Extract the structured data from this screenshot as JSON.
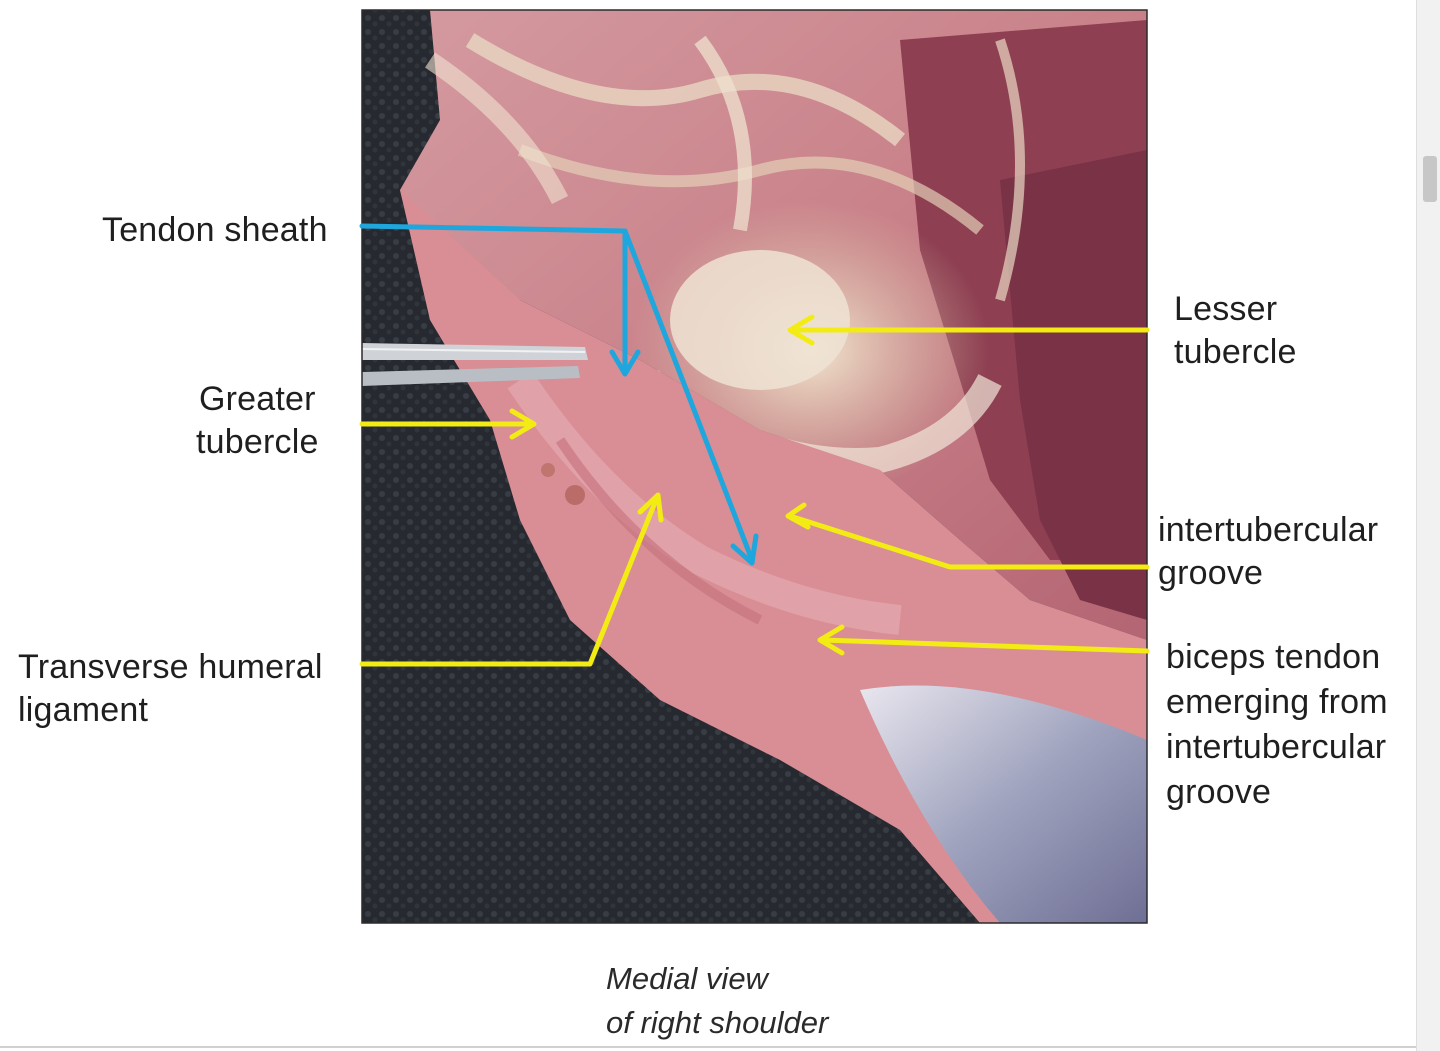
{
  "figure": {
    "labels": {
      "tendon_sheath": "Tendon sheath",
      "greater_tubercle": "Greater\ntubercle",
      "transverse_humeral_ligament": "Transverse humeral\nligament",
      "lesser_tubercle": "Lesser\ntubercle",
      "intertubercular_groove": "intertubercular\ngroove",
      "biceps_tendon": "biceps tendon\nemerging from\nintertubercular\ngroove"
    },
    "caption": "Medial view\nof right shoulder",
    "colors": {
      "yellow_leader": "#f3ec14",
      "blue_leader": "#1fa6dd",
      "label_text": "#1f1f1f"
    }
  }
}
